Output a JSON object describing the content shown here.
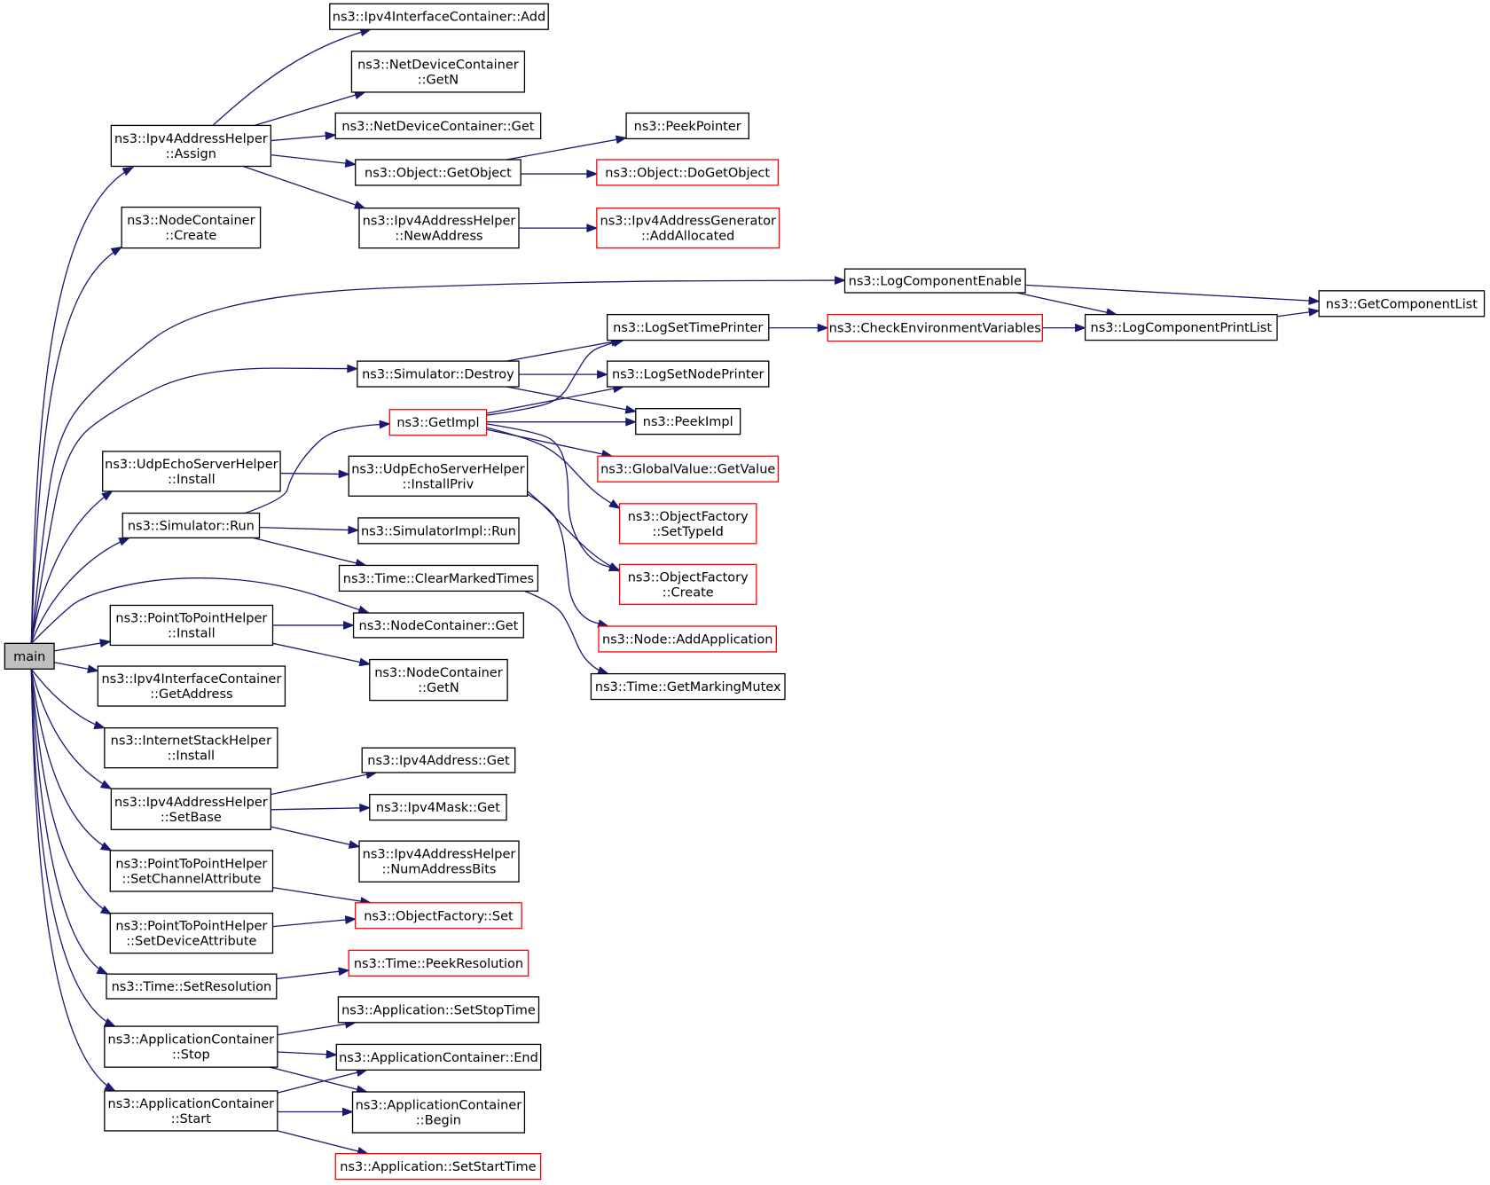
{
  "diagram": {
    "colors": {
      "edge": "#191970",
      "border": "#000000",
      "incomplete_border": "#ff0000",
      "root_fill": "#bfbfbf"
    },
    "nodes": [
      {
        "id": "main",
        "lines": [
          "main"
        ]
      },
      {
        "id": "ipv4assign",
        "lines": [
          "ns3::Ipv4AddressHelper",
          "::Assign"
        ]
      },
      {
        "id": "nodecreate",
        "lines": [
          "ns3::NodeContainer",
          "::Create"
        ]
      },
      {
        "id": "logenable",
        "lines": [
          "ns3::LogComponentEnable"
        ]
      },
      {
        "id": "simdestroy",
        "lines": [
          "ns3::Simulator::Destroy"
        ]
      },
      {
        "id": "udpinstall",
        "lines": [
          "ns3::UdpEchoServerHelper",
          "::Install"
        ]
      },
      {
        "id": "simrun",
        "lines": [
          "ns3::Simulator::Run"
        ]
      },
      {
        "id": "nodeget",
        "lines": [
          "ns3::NodeContainer::Get"
        ]
      },
      {
        "id": "p2pinstall",
        "lines": [
          "ns3::PointToPointHelper",
          "::Install"
        ]
      },
      {
        "id": "ifcgetaddr",
        "lines": [
          "ns3::Ipv4InterfaceContainer",
          "::GetAddress"
        ]
      },
      {
        "id": "inetinstall",
        "lines": [
          "ns3::InternetStackHelper",
          "::Install"
        ]
      },
      {
        "id": "setbase",
        "lines": [
          "ns3::Ipv4AddressHelper",
          "::SetBase"
        ]
      },
      {
        "id": "setchan",
        "lines": [
          "ns3::PointToPointHelper",
          "::SetChannelAttribute"
        ]
      },
      {
        "id": "setdev",
        "lines": [
          "ns3::PointToPointHelper",
          "::SetDeviceAttribute"
        ]
      },
      {
        "id": "setres",
        "lines": [
          "ns3::Time::SetResolution"
        ]
      },
      {
        "id": "appstop",
        "lines": [
          "ns3::ApplicationContainer",
          "::Stop"
        ]
      },
      {
        "id": "appstart",
        "lines": [
          "ns3::ApplicationContainer",
          "::Start"
        ]
      },
      {
        "id": "ifcadd",
        "lines": [
          "ns3::Ipv4InterfaceContainer::Add"
        ]
      },
      {
        "id": "ndgetn",
        "lines": [
          "ns3::NetDeviceContainer",
          "::GetN"
        ]
      },
      {
        "id": "ndget",
        "lines": [
          "ns3::NetDeviceContainer::Get"
        ]
      },
      {
        "id": "getobject",
        "lines": [
          "ns3::Object::GetObject"
        ]
      },
      {
        "id": "newaddr",
        "lines": [
          "ns3::Ipv4AddressHelper",
          "::NewAddress"
        ]
      },
      {
        "id": "peekptr",
        "lines": [
          "ns3::PeekPointer"
        ]
      },
      {
        "id": "dogetobj",
        "lines": [
          "ns3::Object::DoGetObject"
        ],
        "incomplete": true
      },
      {
        "id": "addalloc",
        "lines": [
          "ns3::Ipv4AddressGenerator",
          "::AddAllocated"
        ],
        "incomplete": true
      },
      {
        "id": "getcomplist",
        "lines": [
          "ns3::GetComponentList"
        ]
      },
      {
        "id": "logprintlist",
        "lines": [
          "ns3::LogComponentPrintList"
        ]
      },
      {
        "id": "checkenv",
        "lines": [
          "ns3::CheckEnvironmentVariables"
        ],
        "incomplete": true
      },
      {
        "id": "logtimeprinter",
        "lines": [
          "ns3::LogSetTimePrinter"
        ]
      },
      {
        "id": "lognodeprinter",
        "lines": [
          "ns3::LogSetNodePrinter"
        ]
      },
      {
        "id": "peekimpl",
        "lines": [
          "ns3::PeekImpl"
        ]
      },
      {
        "id": "getimpl",
        "lines": [
          "ns3::GetImpl"
        ],
        "incomplete": true
      },
      {
        "id": "gvgetvalue",
        "lines": [
          "ns3::GlobalValue::GetValue"
        ],
        "incomplete": true
      },
      {
        "id": "ofsettypeid",
        "lines": [
          "ns3::ObjectFactory",
          "::SetTypeId"
        ],
        "incomplete": true
      },
      {
        "id": "ofcreate",
        "lines": [
          "ns3::ObjectFactory",
          "::Create"
        ],
        "incomplete": true
      },
      {
        "id": "udpinstallpriv",
        "lines": [
          "ns3::UdpEchoServerHelper",
          "::InstallPriv"
        ]
      },
      {
        "id": "nodeaddapp",
        "lines": [
          "ns3::Node::AddApplication"
        ],
        "incomplete": true
      },
      {
        "id": "simimplrun",
        "lines": [
          "ns3::SimulatorImpl::Run"
        ]
      },
      {
        "id": "clearmarked",
        "lines": [
          "ns3::Time::ClearMarkedTimes"
        ]
      },
      {
        "id": "getmarkingmutex",
        "lines": [
          "ns3::Time::GetMarkingMutex"
        ]
      },
      {
        "id": "ncgetn",
        "lines": [
          "ns3::NodeContainer",
          "::GetN"
        ]
      },
      {
        "id": "ipv4get",
        "lines": [
          "ns3::Ipv4Address::Get"
        ]
      },
      {
        "id": "maskget",
        "lines": [
          "ns3::Ipv4Mask::Get"
        ]
      },
      {
        "id": "numaddrbits",
        "lines": [
          "ns3::Ipv4AddressHelper",
          "::NumAddressBits"
        ]
      },
      {
        "id": "ofset",
        "lines": [
          "ns3::ObjectFactory::Set"
        ],
        "incomplete": true
      },
      {
        "id": "peekres",
        "lines": [
          "ns3::Time::PeekResolution"
        ],
        "incomplete": true
      },
      {
        "id": "appsetstop",
        "lines": [
          "ns3::Application::SetStopTime"
        ]
      },
      {
        "id": "append",
        "lines": [
          "ns3::ApplicationContainer::End"
        ]
      },
      {
        "id": "appbegin",
        "lines": [
          "ns3::ApplicationContainer",
          "::Begin"
        ]
      },
      {
        "id": "appsetstart",
        "lines": [
          "ns3::Application::SetStartTime"
        ],
        "incomplete": true
      }
    ],
    "edges": [
      {
        "from": "main",
        "to": "ipv4assign"
      },
      {
        "from": "main",
        "to": "nodecreate"
      },
      {
        "from": "main",
        "to": "logenable"
      },
      {
        "from": "main",
        "to": "simdestroy"
      },
      {
        "from": "main",
        "to": "udpinstall"
      },
      {
        "from": "main",
        "to": "simrun"
      },
      {
        "from": "main",
        "to": "nodeget"
      },
      {
        "from": "main",
        "to": "p2pinstall"
      },
      {
        "from": "main",
        "to": "ifcgetaddr"
      },
      {
        "from": "main",
        "to": "inetinstall"
      },
      {
        "from": "main",
        "to": "setbase"
      },
      {
        "from": "main",
        "to": "setchan"
      },
      {
        "from": "main",
        "to": "setdev"
      },
      {
        "from": "main",
        "to": "setres"
      },
      {
        "from": "main",
        "to": "appstop"
      },
      {
        "from": "main",
        "to": "appstart"
      },
      {
        "from": "ipv4assign",
        "to": "ifcadd"
      },
      {
        "from": "ipv4assign",
        "to": "ndgetn"
      },
      {
        "from": "ipv4assign",
        "to": "ndget"
      },
      {
        "from": "ipv4assign",
        "to": "getobject"
      },
      {
        "from": "ipv4assign",
        "to": "newaddr"
      },
      {
        "from": "getobject",
        "to": "peekptr"
      },
      {
        "from": "getobject",
        "to": "dogetobj"
      },
      {
        "from": "newaddr",
        "to": "addalloc"
      },
      {
        "from": "logenable",
        "to": "getcomplist"
      },
      {
        "from": "logenable",
        "to": "logprintlist"
      },
      {
        "from": "logprintlist",
        "to": "getcomplist"
      },
      {
        "from": "logtimeprinter",
        "to": "checkenv"
      },
      {
        "from": "checkenv",
        "to": "logprintlist"
      },
      {
        "from": "simdestroy",
        "to": "logtimeprinter"
      },
      {
        "from": "simdestroy",
        "to": "lognodeprinter"
      },
      {
        "from": "simdestroy",
        "to": "peekimpl"
      },
      {
        "from": "getimpl",
        "to": "logtimeprinter"
      },
      {
        "from": "getimpl",
        "to": "lognodeprinter"
      },
      {
        "from": "getimpl",
        "to": "peekimpl"
      },
      {
        "from": "getimpl",
        "to": "gvgetvalue"
      },
      {
        "from": "getimpl",
        "to": "ofsettypeid"
      },
      {
        "from": "getimpl",
        "to": "ofcreate"
      },
      {
        "from": "udpinstall",
        "to": "udpinstallpriv"
      },
      {
        "from": "udpinstallpriv",
        "to": "ofcreate"
      },
      {
        "from": "udpinstallpriv",
        "to": "nodeaddapp"
      },
      {
        "from": "simrun",
        "to": "getimpl"
      },
      {
        "from": "simrun",
        "to": "simimplrun"
      },
      {
        "from": "simrun",
        "to": "clearmarked"
      },
      {
        "from": "clearmarked",
        "to": "getmarkingmutex"
      },
      {
        "from": "p2pinstall",
        "to": "nodeget"
      },
      {
        "from": "p2pinstall",
        "to": "ncgetn"
      },
      {
        "from": "setbase",
        "to": "ipv4get"
      },
      {
        "from": "setbase",
        "to": "maskget"
      },
      {
        "from": "setbase",
        "to": "numaddrbits"
      },
      {
        "from": "setchan",
        "to": "ofset"
      },
      {
        "from": "setdev",
        "to": "ofset"
      },
      {
        "from": "setres",
        "to": "peekres"
      },
      {
        "from": "appstop",
        "to": "appsetstop"
      },
      {
        "from": "appstop",
        "to": "append"
      },
      {
        "from": "appstop",
        "to": "appbegin"
      },
      {
        "from": "appstart",
        "to": "append"
      },
      {
        "from": "appstart",
        "to": "appbegin"
      },
      {
        "from": "appstart",
        "to": "appsetstart"
      }
    ]
  }
}
